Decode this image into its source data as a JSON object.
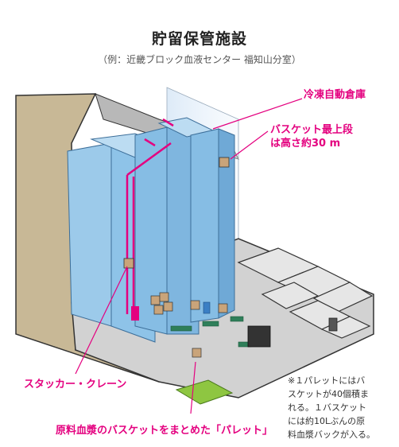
{
  "header": {
    "title": "貯留保管施設",
    "subtitle": "（例：近畿ブロック血液センター 福知山分室）"
  },
  "labels": {
    "freezer": "冷凍自動倉庫",
    "basket_top_line1": "バスケット最上段",
    "basket_top_line2": "は高さ約30 m",
    "crane": "スタッカー・クレーン",
    "pallet": "原料血漿のバスケットをまとめた「パレット」"
  },
  "note": {
    "line1": "※１パレットにはバ",
    "line2": "スケットが40個積ま",
    "line3": "れる。１バスケット",
    "line4": "には約10Lぶんの原",
    "line5": "料血漿バックが入る。"
  },
  "colors": {
    "accent": "#e4007f",
    "rack": "#8ec3e8",
    "rack_dark": "#5f9bc9",
    "wall": "#c8b896",
    "floor": "#d2d2d2",
    "green_area": "#8ec641"
  }
}
